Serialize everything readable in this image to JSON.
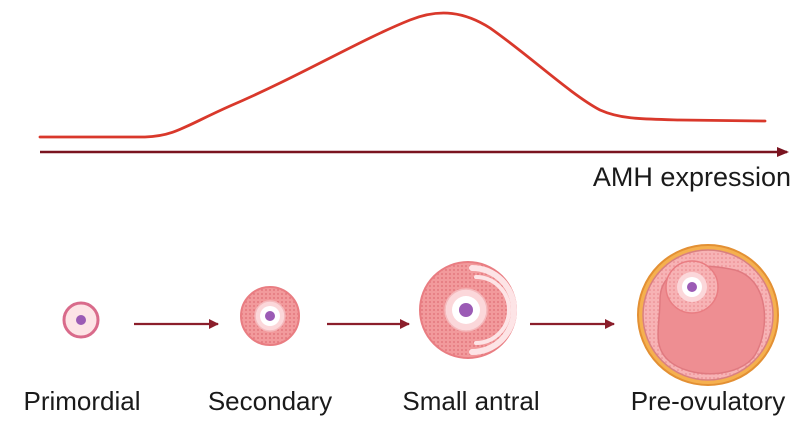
{
  "chart": {
    "axis_label": "AMH expression",
    "curve_color": "#d9382b",
    "axis_color": "#7a1420"
  },
  "stages": [
    {
      "label": "Primordial"
    },
    {
      "label": "Secondary"
    },
    {
      "label": "Small antral"
    },
    {
      "label": "Pre-ovulatory"
    }
  ],
  "colors": {
    "arrow": "#8b1e2b",
    "follicle_outer": "#e88a8f",
    "follicle_granulosa": "#f0a1a2",
    "follicle_pale": "#fde4e6",
    "oocyte": "#9b5bb5",
    "theca": "#e8a24a"
  }
}
